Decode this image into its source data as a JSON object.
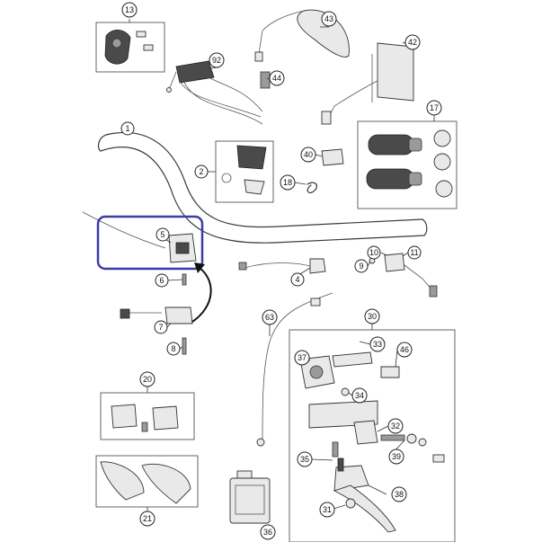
{
  "callouts": {
    "c1": "1",
    "c2": "2",
    "c4": "4",
    "c5": "5",
    "c6": "6",
    "c7": "7",
    "c8": "8",
    "c9": "9",
    "c10": "10",
    "c11": "11",
    "c13": "13",
    "c17": "17",
    "c18": "18",
    "c20": "20",
    "c21": "21",
    "c30": "30",
    "c31": "31",
    "c32": "32",
    "c33": "33",
    "c34": "34",
    "c35": "35",
    "c36": "36",
    "c37": "37",
    "c38": "38",
    "c39": "39",
    "c40": "40",
    "c42": "42",
    "c43": "43",
    "c44": "44",
    "c46": "46",
    "c63": "63",
    "c92": "92"
  },
  "colors": {
    "highlight": "#3c3ca8",
    "line": "#3a3a3a",
    "callout_fill": "#ffffff"
  }
}
